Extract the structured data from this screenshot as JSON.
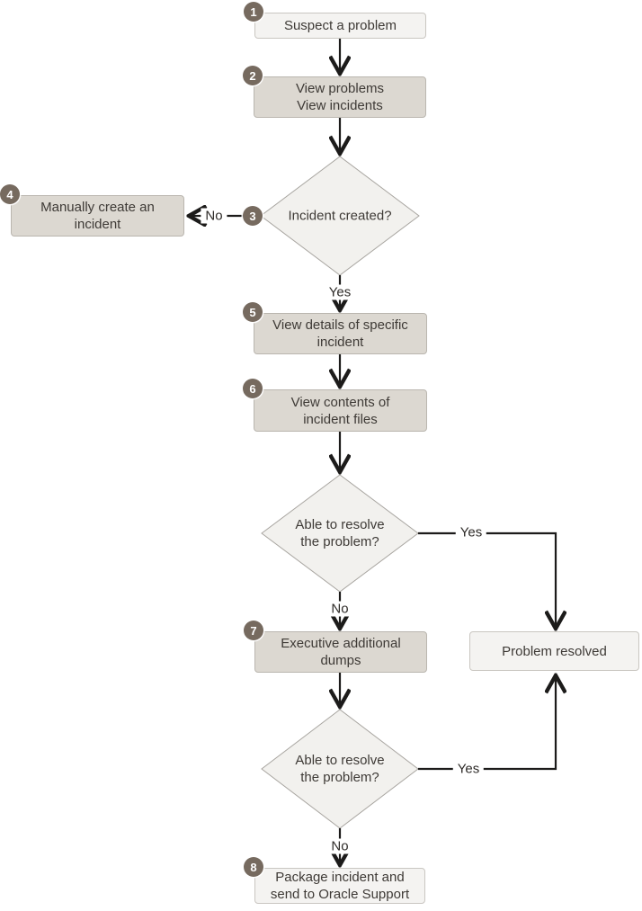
{
  "diagram": {
    "title_hint": "Problem and incident diagnostic workflow",
    "colors": {
      "background": "#ffffff",
      "box_light_fill": "#f4f3f1",
      "box_light_border": "#c9c6c1",
      "box_tan_fill": "#dcd8d1",
      "box_tan_border": "#bab6af",
      "diamond_fill": "#f2f1ee",
      "diamond_border": "#a8a5a0",
      "badge_fill": "#766a5f",
      "badge_text": "#ffffff",
      "arrow": "#1c1b1a",
      "text": "#3e3a36"
    },
    "nodes": {
      "step1": {
        "badge": "1",
        "label": "Suspect a problem"
      },
      "step2": {
        "badge": "2",
        "label": "View problems\nView incidents"
      },
      "decision_incident_created": {
        "badge": "3",
        "label": "Incident created?"
      },
      "step4": {
        "badge": "4",
        "label": "Manually create an\nincident"
      },
      "step5": {
        "badge": "5",
        "label": "View details of specific\nincident"
      },
      "step6": {
        "badge": "6",
        "label": "View contents of\nincident files"
      },
      "decision_resolve_1": {
        "label": "Able to resolve\nthe problem?"
      },
      "step7": {
        "badge": "7",
        "label": "Executive additional\ndumps"
      },
      "problem_resolved": {
        "label": "Problem resolved"
      },
      "decision_resolve_2": {
        "label": "Able to resolve\nthe problem?"
      },
      "step8": {
        "badge": "8",
        "label": "Package incident and\nsend to Oracle Support"
      }
    },
    "edge_labels": {
      "no_incident": "No",
      "yes_incident": "Yes",
      "yes_resolve_1": "Yes",
      "no_resolve_1": "No",
      "yes_resolve_2": "Yes",
      "no_resolve_2": "No"
    }
  }
}
